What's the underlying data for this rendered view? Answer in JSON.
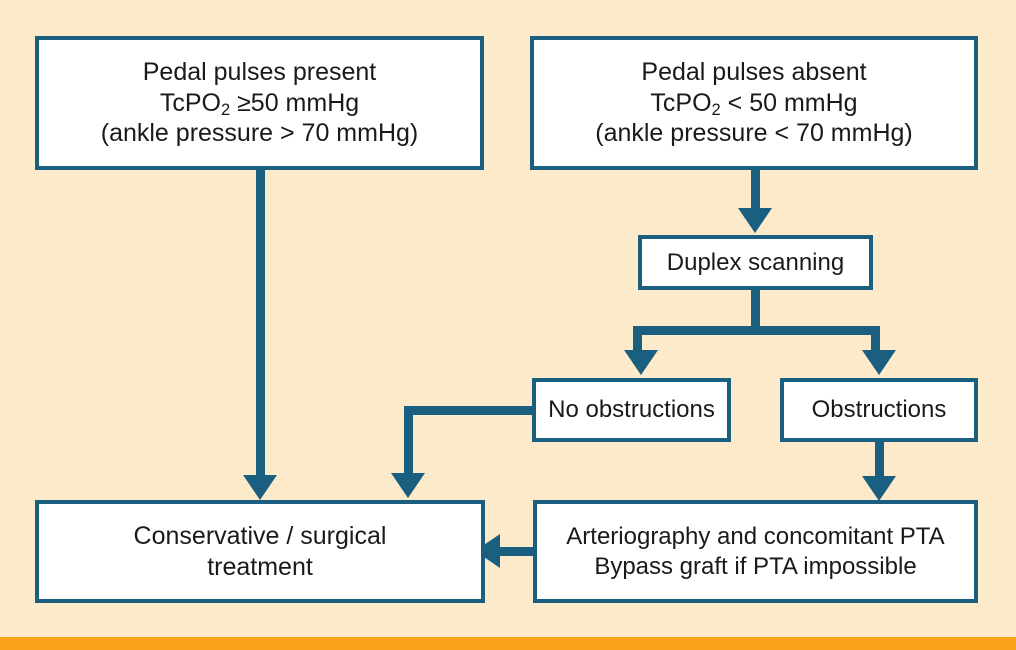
{
  "diagram": {
    "title": "Diabetic foot ischaemia management flowchart",
    "background_color": "#fceaca",
    "line_color": "#1a5f80",
    "box_fill": "#ffffff",
    "accent_bar_color": "#f9a31b",
    "nodes": {
      "pedal_present": {
        "line1": "Pedal pulses present",
        "line2_prefix": "TcPO",
        "line2_sub": "2",
        "line2_suffix": " ≥50 mmHg",
        "line3": "(ankle pressure > 70 mmHg)"
      },
      "pedal_absent": {
        "line1": "Pedal pulses absent",
        "line2_prefix": "TcPO",
        "line2_sub": "2",
        "line2_suffix": " < 50 mmHg",
        "line3": "(ankle pressure < 70 mmHg)"
      },
      "duplex": {
        "label": "Duplex scanning"
      },
      "no_obstructions": {
        "label": "No obstructions"
      },
      "obstructions": {
        "label": "Obstructions"
      },
      "conservative": {
        "label": "Conservative / surgical\ntreatment"
      },
      "arteriography": {
        "label": "Arteriography and concomitant PTA\nBypass graft if PTA impossible"
      }
    },
    "edges": [
      {
        "id": "pedal-present-to-conservative",
        "from": "pedal_present",
        "to": "conservative",
        "style": "straight-down"
      },
      {
        "id": "pedal-absent-to-duplex",
        "from": "pedal_absent",
        "to": "duplex",
        "style": "straight-down"
      },
      {
        "id": "duplex-to-no-obstructions",
        "from": "duplex",
        "to": "no_obstructions",
        "style": "split-down"
      },
      {
        "id": "duplex-to-obstructions",
        "from": "duplex",
        "to": "obstructions",
        "style": "split-down"
      },
      {
        "id": "no-obstructions-to-conservative",
        "from": "no_obstructions",
        "to": "conservative",
        "style": "elbow-left-down"
      },
      {
        "id": "obstructions-to-arteriography",
        "from": "obstructions",
        "to": "arteriography",
        "style": "straight-down"
      },
      {
        "id": "arteriography-to-conservative",
        "from": "arteriography",
        "to": "conservative",
        "style": "straight-left"
      }
    ]
  }
}
